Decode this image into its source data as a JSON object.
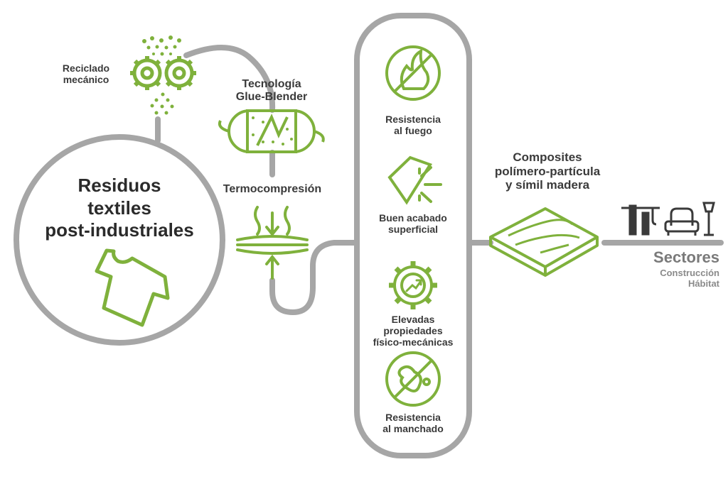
{
  "colors": {
    "green": "#7fb13c",
    "gray": "#a6a6a6",
    "dark": "#3a3a3a"
  },
  "residuos": {
    "line1": "Residuos",
    "line2": "textiles",
    "line3": "post-industriales"
  },
  "reciclado": {
    "line1": "Reciclado",
    "line2": "mecánico"
  },
  "tecnologia": {
    "line1": "Tecnología",
    "line2": "Glue-Blender"
  },
  "termo": {
    "label": "Termocompresión"
  },
  "properties": [
    {
      "line1": "Resistencia",
      "line2": "al fuego",
      "line3": ""
    },
    {
      "line1": "Buen acabado",
      "line2": "superficial",
      "line3": ""
    },
    {
      "line1": "Elevadas",
      "line2": "propiedades",
      "line3": "físico-mecánicas"
    },
    {
      "line1": "Resistencia",
      "line2": "al manchado",
      "line3": ""
    }
  ],
  "composites": {
    "line1": "Composites",
    "line2": "polímero-partícula",
    "line3": "y símil madera"
  },
  "sectores": {
    "title": "Sectores",
    "item1": "Construcción",
    "item2": "Hábitat"
  },
  "icons": [
    "gears-icon",
    "blender-icon",
    "compression-icon",
    "no-fire-icon",
    "surface-finish-icon",
    "gear-growth-icon",
    "no-stain-icon",
    "wood-board-icon",
    "crane-icon",
    "armchair-icon",
    "floor-lamp-icon",
    "tshirt-icon"
  ]
}
